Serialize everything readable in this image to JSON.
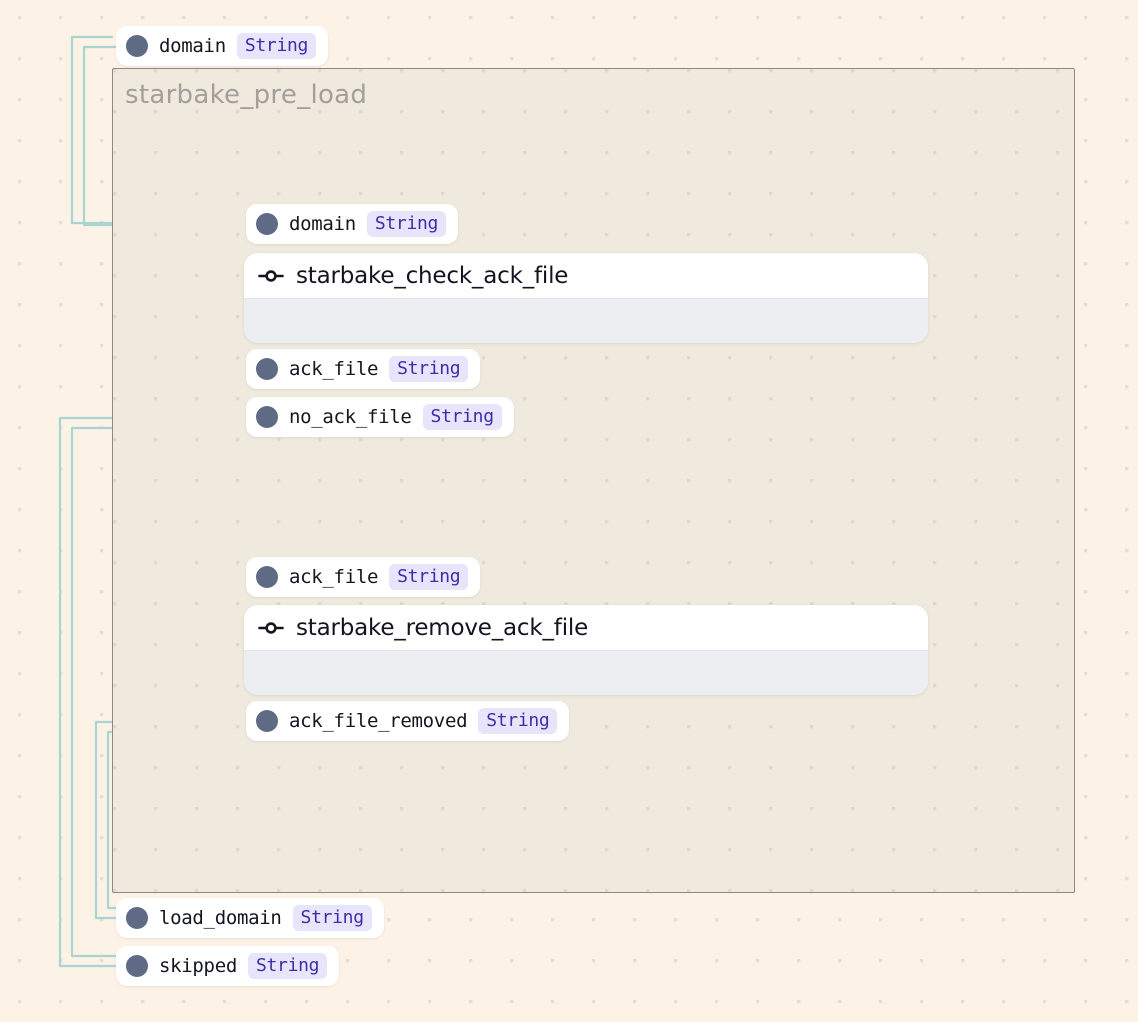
{
  "canvas": {
    "background_color": "#fdf2e6",
    "dot_color": "#e7ded0"
  },
  "group": {
    "title": "starbake_pre_load",
    "fill_color": "#f0e9dd",
    "border_color": "#8d8a85"
  },
  "nodes": [
    {
      "id": "starbake_check_ack_file",
      "title": "starbake_check_ack_file",
      "icon": "node-commit-icon",
      "inputs": [
        {
          "name": "domain",
          "type": "String"
        }
      ],
      "outputs": [
        {
          "name": "ack_file",
          "type": "String"
        },
        {
          "name": "no_ack_file",
          "type": "String"
        }
      ]
    },
    {
      "id": "starbake_remove_ack_file",
      "title": "starbake_remove_ack_file",
      "icon": "node-commit-icon",
      "inputs": [
        {
          "name": "ack_file",
          "type": "String"
        }
      ],
      "outputs": [
        {
          "name": "ack_file_removed",
          "type": "String"
        }
      ]
    }
  ],
  "group_ports": {
    "inputs": [
      {
        "name": "domain",
        "type": "String"
      }
    ],
    "outputs": [
      {
        "name": "load_domain",
        "type": "String"
      },
      {
        "name": "skipped",
        "type": "String"
      }
    ]
  },
  "colors": {
    "port_dot": "#5f6b85",
    "type_badge_bg": "#e7e4fb",
    "type_badge_text": "#3b2fa8",
    "edge_teal": "#a8d5d2",
    "edge_gray": "#ded8cc",
    "node_header_bg": "#ffffff",
    "node_body_bg": "#eceef1"
  }
}
